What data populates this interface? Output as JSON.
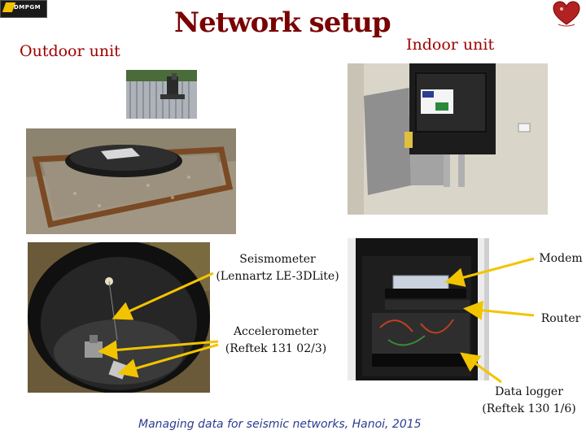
{
  "logo_left": {
    "text": "DMPGM"
  },
  "title": "Network setup",
  "outdoor_label": "Outdoor unit",
  "indoor_label": "Indoor unit",
  "labels": {
    "seismometer_line1": "Seismometer",
    "seismometer_line2": "(Lennartz LE-3DLite)",
    "accelerometer_line1": "Accelerometer",
    "accelerometer_line2": "(Reftek 131 02/3)",
    "modem": "Modem",
    "router": "Router",
    "datalogger_line1": "Data logger",
    "datalogger_line2": "(Reftek 130 1/6)"
  },
  "footer": "Managing data for seismic networks, Hanoi, 2015",
  "colors": {
    "title": "#7a0000",
    "section_labels": "#a00000",
    "arrow": "#f2c400",
    "footer": "#2b3c8f"
  }
}
